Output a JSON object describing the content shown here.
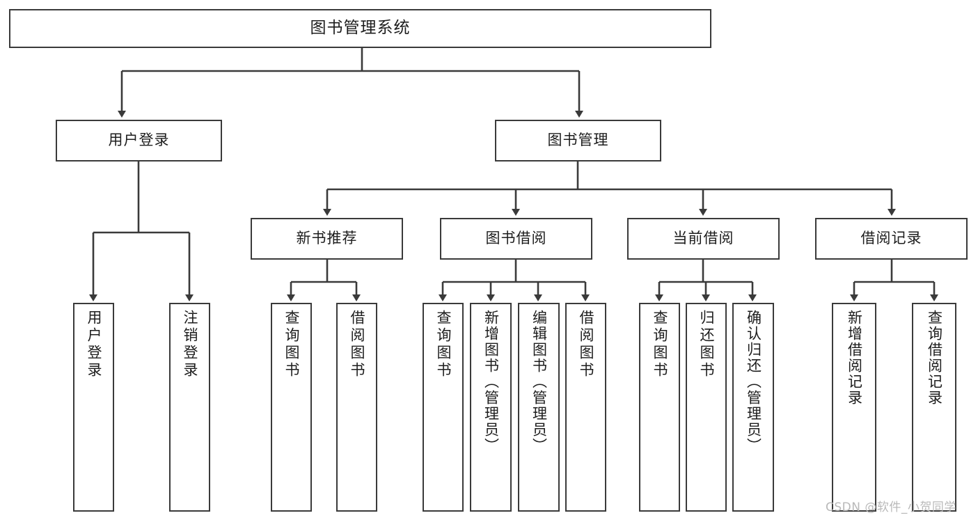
{
  "diagram": {
    "type": "tree",
    "title": "图书管理系统",
    "root": {
      "label": "图书管理系统"
    },
    "level2": [
      {
        "label": "用户登录"
      },
      {
        "label": "图书管理"
      }
    ],
    "level3": [
      {
        "label": "新书推荐"
      },
      {
        "label": "图书借阅"
      },
      {
        "label": "当前借阅"
      },
      {
        "label": "借阅记录"
      }
    ],
    "leaves": {
      "login": [
        {
          "label": "用户登录"
        },
        {
          "label": "注销登录"
        }
      ],
      "new_books": [
        {
          "label": "查询图书"
        },
        {
          "label": "借阅图书"
        }
      ],
      "borrow": [
        {
          "label": "查询图书"
        },
        {
          "label": "新增图书（管理员）"
        },
        {
          "label": "编辑图书（管理员）"
        },
        {
          "label": "借阅图书"
        }
      ],
      "current": [
        {
          "label": "查询图书"
        },
        {
          "label": "归还图书"
        },
        {
          "label": "确认归还（管理员）"
        }
      ],
      "records": [
        {
          "label": "新增借阅记录"
        },
        {
          "label": "查询借阅记录"
        }
      ]
    }
  },
  "watermark": {
    "text": "CSDN @软件_小贺同学"
  },
  "colors": {
    "stroke": "#3a3a3a",
    "background": "#ffffff",
    "text": "#1d1d1d",
    "watermark": "#b9b9b9"
  }
}
